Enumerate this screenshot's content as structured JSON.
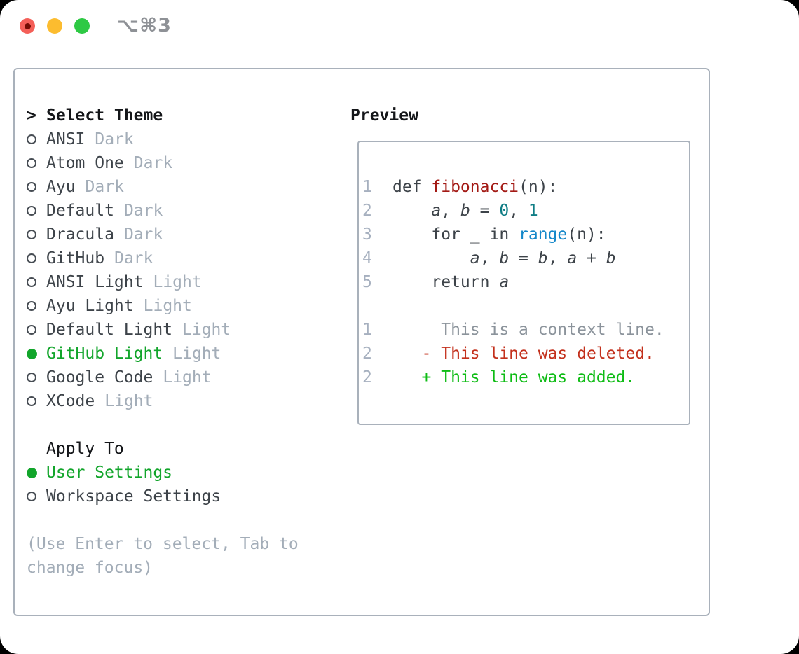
{
  "window": {
    "shortcut": "⌥⌘3"
  },
  "theme_picker": {
    "cursor": ">",
    "title": "Select Theme",
    "items": [
      {
        "name": "ANSI",
        "tag": "Dark",
        "selected": false
      },
      {
        "name": "Atom One",
        "tag": "Dark",
        "selected": false
      },
      {
        "name": "Ayu",
        "tag": "Dark",
        "selected": false
      },
      {
        "name": "Default",
        "tag": "Dark",
        "selected": false
      },
      {
        "name": "Dracula",
        "tag": "Dark",
        "selected": false
      },
      {
        "name": "GitHub",
        "tag": "Dark",
        "selected": false
      },
      {
        "name": "ANSI Light",
        "tag": "Light",
        "selected": false
      },
      {
        "name": "Ayu Light",
        "tag": "Light",
        "selected": false
      },
      {
        "name": "Default Light",
        "tag": "Light",
        "selected": false
      },
      {
        "name": "GitHub Light",
        "tag": "Light",
        "selected": true
      },
      {
        "name": "Google Code",
        "tag": "Light",
        "selected": false
      },
      {
        "name": "XCode",
        "tag": "Light",
        "selected": false
      }
    ]
  },
  "apply_to": {
    "title": "Apply To",
    "options": [
      {
        "name": "User Settings",
        "selected": true
      },
      {
        "name": "Workspace Settings",
        "selected": false
      }
    ]
  },
  "help_text": "(Use Enter to select, Tab to change focus)",
  "preview": {
    "title": "Preview",
    "code_lines": [
      {
        "num": "1",
        "segments": [
          {
            "t": "def ",
            "c": "code"
          },
          {
            "t": "fibonacci",
            "c": "func"
          },
          {
            "t": "(n):",
            "c": "code"
          }
        ]
      },
      {
        "num": "2",
        "segments": [
          {
            "t": "    ",
            "c": "code"
          },
          {
            "t": "a",
            "c": "var"
          },
          {
            "t": ", ",
            "c": "code"
          },
          {
            "t": "b",
            "c": "var"
          },
          {
            "t": " = ",
            "c": "code"
          },
          {
            "t": "0",
            "c": "num"
          },
          {
            "t": ", ",
            "c": "code"
          },
          {
            "t": "1",
            "c": "num"
          }
        ]
      },
      {
        "num": "3",
        "segments": [
          {
            "t": "    for _ in ",
            "c": "code"
          },
          {
            "t": "range",
            "c": "builtin"
          },
          {
            "t": "(n):",
            "c": "code"
          }
        ]
      },
      {
        "num": "4",
        "segments": [
          {
            "t": "        ",
            "c": "code"
          },
          {
            "t": "a",
            "c": "var"
          },
          {
            "t": ", ",
            "c": "code"
          },
          {
            "t": "b",
            "c": "var"
          },
          {
            "t": " = ",
            "c": "code"
          },
          {
            "t": "b",
            "c": "var"
          },
          {
            "t": ", ",
            "c": "code"
          },
          {
            "t": "a",
            "c": "var"
          },
          {
            "t": " + ",
            "c": "code"
          },
          {
            "t": "b",
            "c": "var"
          }
        ]
      },
      {
        "num": "5",
        "segments": [
          {
            "t": "    return ",
            "c": "code"
          },
          {
            "t": "a",
            "c": "var"
          }
        ]
      }
    ],
    "diff_lines": [
      {
        "num": "1",
        "segments": [
          {
            "t": "     This is a context line.",
            "c": "ctx"
          }
        ]
      },
      {
        "num": "2",
        "segments": [
          {
            "t": "   - This line was deleted.",
            "c": "del"
          }
        ]
      },
      {
        "num": "2",
        "segments": [
          {
            "t": "   + This line was added.",
            "c": "add"
          }
        ]
      }
    ]
  },
  "colors": {
    "outside_bg": "#000000",
    "window_bg": "#ffffff",
    "panel_border": "#a9b1bb",
    "traffic_red": "#f45f58",
    "traffic_red_dot": "#740c03",
    "traffic_yellow": "#fcbc2f",
    "traffic_green": "#2ec944",
    "shortcut_text": "#8e9196",
    "header_text": "#141619",
    "item_text": "#3d4349",
    "muted_text": "#a3adb8",
    "accent_green": "#12a52b",
    "line_number": "#a6b0bf",
    "code_text": "#3d4349",
    "code_func": "#a31a15",
    "code_number": "#0f7d85",
    "code_builtin": "#1487c9",
    "diff_context": "#8b939b",
    "diff_deleted": "#c3301c",
    "diff_added": "#0ebc15"
  }
}
